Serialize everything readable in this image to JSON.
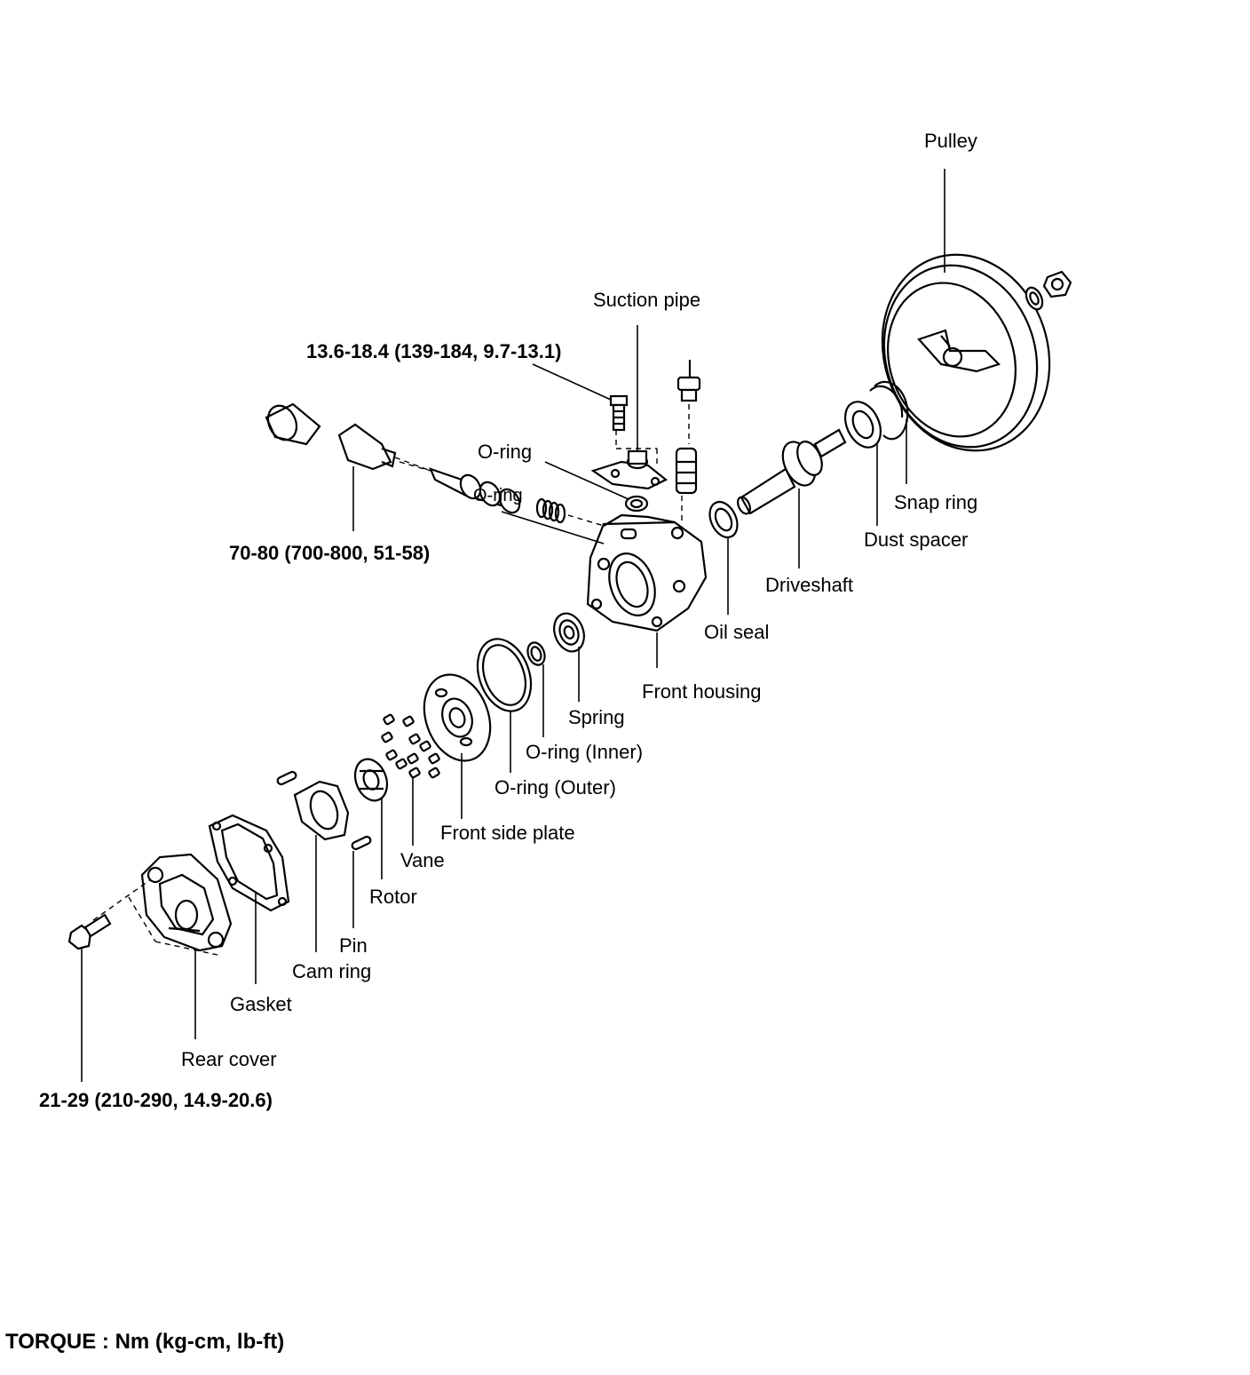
{
  "labels": {
    "pulley": "Pulley",
    "suction_pipe": "Suction pipe",
    "torque_suction": "13.6-18.4 (139-184, 9.7-13.1)",
    "o_ring": "O-ring",
    "o_ring_partial": "O-ring",
    "torque_connector": "70-80 (700-800,  51-58)",
    "snap_ring": "Snap ring",
    "dust_spacer": "Dust spacer",
    "driveshaft": "Driveshaft",
    "oil_seal": "Oil seal",
    "front_housing": "Front housing",
    "spring": "Spring",
    "o_ring_inner": "O-ring (Inner)",
    "o_ring_outer": "O-ring (Outer)",
    "front_side_plate": "Front side plate",
    "vane": "Vane",
    "rotor": "Rotor",
    "pin": "Pin",
    "cam_ring": "Cam ring",
    "gasket": "Gasket",
    "rear_cover": "Rear cover",
    "torque_rear": "21-29 (210-290, 14.9-20.6)"
  },
  "legend": "TORQUE : Nm (kg-cm, lb-ft)"
}
